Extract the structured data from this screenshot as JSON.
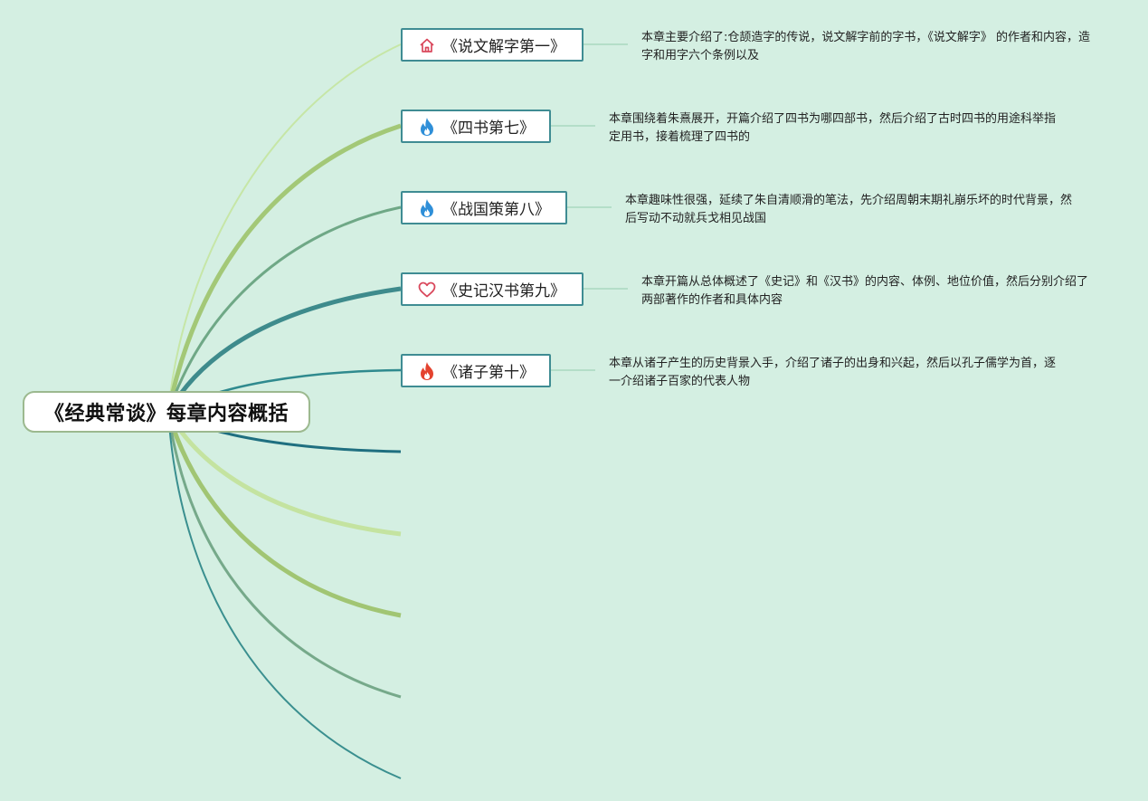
{
  "root": {
    "title": "《经典常谈》每章内容概括"
  },
  "topics": [
    {
      "label": "《说文解字第一》",
      "icon": "home-icon",
      "icon_color": "#d9475b",
      "summary": "本章主要介绍了:仓颉造字的传说，说文解字前的字书，《说文解字》 的作者和内容，造字和用字六个条例以及"
    },
    {
      "label": "《四书第七》",
      "icon": "flame-icon",
      "icon_color": "#2f8fd8",
      "summary": "本章围绕着朱熹展开，开篇介绍了四书为哪四部书，然后介绍了古时四书的用途科举指定用书，接着梳理了四书的"
    },
    {
      "label": "《战国策第八》",
      "icon": "flame-icon",
      "icon_color": "#2f8fd8",
      "summary": "本章趣味性很强，延续了朱自清顺滑的笔法，先介绍周朝末期礼崩乐坏的时代背景，然后写动不动就兵戈相见战国"
    },
    {
      "label": "《史记汉书第九》",
      "icon": "heart-icon",
      "icon_color": "#d9475b",
      "summary": "本章开篇从总体概述了《史记》和《汉书》的内容、体例、地位价值，然后分别介绍了两部著作的作者和具体内容"
    },
    {
      "label": "《诸子第十》",
      "icon": "flame-icon",
      "icon_color": "#e4432f",
      "summary": "本章从诸子产生的历史背景入手，介绍了诸子的出身和兴起，然后以孔子儒学为首，逐一介绍诸子百家的代表人物"
    }
  ],
  "colors": {
    "background": "#d4efe2",
    "node_border": "#3f8c93",
    "root_border": "#9cb98f",
    "branch_colors": [
      "#c6e6a6",
      "#a3c877",
      "#6fa886",
      "#3e8b8c",
      "#2f8a8e",
      "#1f6f80",
      "#c4e3a0",
      "#a1c573",
      "#76a98a",
      "#3a8f8f"
    ],
    "summary_line": "#9fd3b8"
  }
}
